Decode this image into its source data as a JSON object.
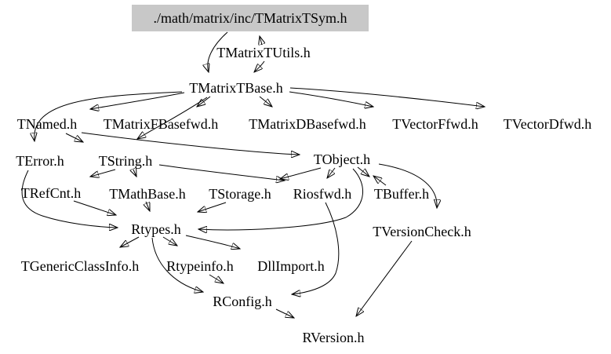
{
  "diagram_type": "include-dependency-graph",
  "colors": {
    "background": "#ffffff",
    "edge": "#000000",
    "node_text": "#000000",
    "root_highlight": "#c8c8c8"
  },
  "nodes": [
    {
      "id": "tmatrixtsym",
      "label": "./math/matrix/inc/TMatrixTSym.h",
      "highlighted": true
    },
    {
      "id": "tmatrixtutils",
      "label": "TMatrixTUtils.h"
    },
    {
      "id": "tmatrixtbase",
      "label": "TMatrixTBase.h"
    },
    {
      "id": "tnamed",
      "label": "TNamed.h"
    },
    {
      "id": "tmatrixfbasefwd",
      "label": "TMatrixFBasefwd.h"
    },
    {
      "id": "tmatrixdbasefwd",
      "label": "TMatrixDBasefwd.h"
    },
    {
      "id": "tvectorffwd",
      "label": "TVectorFfwd.h"
    },
    {
      "id": "tvectordfwd",
      "label": "TVectorDfwd.h"
    },
    {
      "id": "terror",
      "label": "TError.h"
    },
    {
      "id": "tstring",
      "label": "TString.h"
    },
    {
      "id": "tobject",
      "label": "TObject.h"
    },
    {
      "id": "trefcnt",
      "label": "TRefCnt.h"
    },
    {
      "id": "tmathbase",
      "label": "TMathBase.h"
    },
    {
      "id": "tstorage",
      "label": "TStorage.h"
    },
    {
      "id": "riosfwd",
      "label": "Riosfwd.h"
    },
    {
      "id": "tbuffer",
      "label": "TBuffer.h"
    },
    {
      "id": "rtypes",
      "label": "Rtypes.h"
    },
    {
      "id": "tversioncheck",
      "label": "TVersionCheck.h"
    },
    {
      "id": "tgenericclassinfo",
      "label": "TGenericClassInfo.h"
    },
    {
      "id": "rtypeinfo",
      "label": "Rtypeinfo.h"
    },
    {
      "id": "dllimport",
      "label": "DllImport.h"
    },
    {
      "id": "rconfig",
      "label": "RConfig.h"
    },
    {
      "id": "rversion",
      "label": "RVersion.h"
    }
  ],
  "edges": [
    {
      "from": "tmatrixtsym",
      "to": "tmatrixtbase"
    },
    {
      "from": "tmatrixtutils",
      "to": "tmatrixtsym"
    },
    {
      "from": "tmatrixtutils",
      "to": "tmatrixtbase"
    },
    {
      "from": "tmatrixtbase",
      "to": "tnamed"
    },
    {
      "from": "tmatrixtbase",
      "to": "tmatrixfbasefwd"
    },
    {
      "from": "tmatrixtbase",
      "to": "tmatrixdbasefwd"
    },
    {
      "from": "tmatrixtbase",
      "to": "tvectorffwd"
    },
    {
      "from": "tmatrixtbase",
      "to": "tvectordfwd"
    },
    {
      "from": "tmatrixtbase",
      "to": "terror"
    },
    {
      "from": "tmatrixtbase",
      "to": "tstring"
    },
    {
      "from": "tnamed",
      "to": "tstring"
    },
    {
      "from": "tnamed",
      "to": "tobject"
    },
    {
      "from": "tstring",
      "to": "trefcnt"
    },
    {
      "from": "tstring",
      "to": "tmathbase"
    },
    {
      "from": "tstring",
      "to": "riosfwd"
    },
    {
      "from": "tobject",
      "to": "tstorage"
    },
    {
      "from": "tobject",
      "to": "riosfwd"
    },
    {
      "from": "tobject",
      "to": "tbuffer"
    },
    {
      "from": "tbuffer",
      "to": "tobject"
    },
    {
      "from": "tobject",
      "to": "rtypes"
    },
    {
      "from": "tobject",
      "to": "tversioncheck"
    },
    {
      "from": "terror",
      "to": "rtypes"
    },
    {
      "from": "trefcnt",
      "to": "rtypes"
    },
    {
      "from": "tmathbase",
      "to": "rtypes"
    },
    {
      "from": "tstorage",
      "to": "rtypes"
    },
    {
      "from": "riosfwd",
      "to": "rconfig"
    },
    {
      "from": "rtypes",
      "to": "tgenericclassinfo"
    },
    {
      "from": "rtypes",
      "to": "rtypeinfo"
    },
    {
      "from": "rtypes",
      "to": "dllimport"
    },
    {
      "from": "rtypes",
      "to": "rconfig"
    },
    {
      "from": "rtypeinfo",
      "to": "rconfig"
    },
    {
      "from": "rconfig",
      "to": "rversion"
    },
    {
      "from": "tversioncheck",
      "to": "rversion"
    }
  ]
}
